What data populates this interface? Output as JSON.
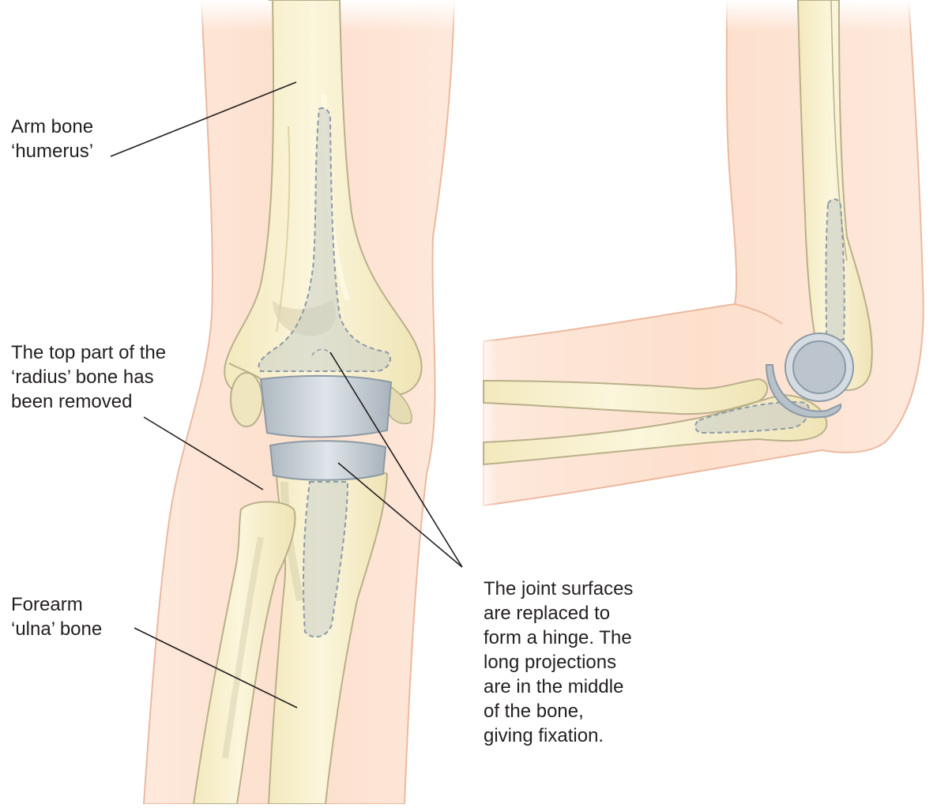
{
  "labels": {
    "humerus": {
      "lines": [
        "Arm bone",
        "‘humerus’"
      ]
    },
    "radius": {
      "lines": [
        "The top part of the",
        "‘radius’ bone has",
        "been removed"
      ]
    },
    "ulna": {
      "lines": [
        "Forearm",
        "‘ulna’ bone"
      ]
    },
    "joint": {
      "lines": [
        "The joint surfaces",
        "are replaced to",
        "form a hinge. The",
        "long projections",
        "are in the middle",
        "of the bone,",
        "giving fixation."
      ]
    }
  },
  "colors": {
    "skin": "#fde5d6",
    "skin_outline": "#ecb9a0",
    "bone": "#f6eec4",
    "bone_shade": "#d9d3b2",
    "bone_outline": "#b9b08a",
    "implant": "#bfc7cd",
    "implant_light": "#dfe4e8",
    "implant_outline": "#8c9aa6",
    "leader_line": "#231f20"
  }
}
